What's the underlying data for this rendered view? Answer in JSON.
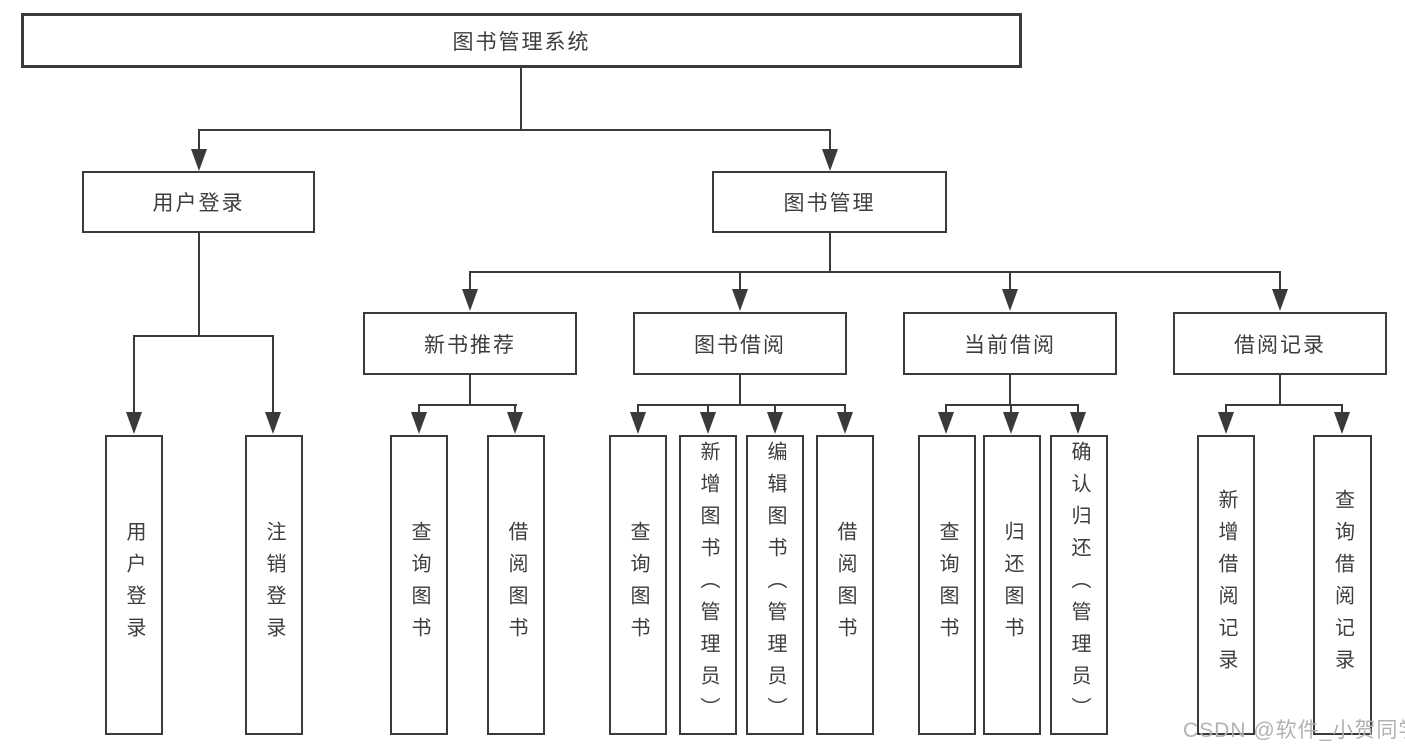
{
  "diagram": {
    "root": {
      "label": "图书管理系统"
    },
    "user_login": {
      "label": "用户登录",
      "children": [
        "用户登录",
        "注销登录"
      ]
    },
    "book_management": {
      "label": "图书管理"
    },
    "new_book_recommend": {
      "label": "新书推荐",
      "children": [
        "查询图书",
        "借阅图书"
      ]
    },
    "book_borrow": {
      "label": "图书借阅",
      "children": [
        "查询图书",
        "新增图书（管理员）",
        "编辑图书（管理员）",
        "借阅图书"
      ]
    },
    "current_borrow": {
      "label": "当前借阅",
      "children": [
        "查询图书",
        "归还图书",
        "确认归还（管理员）"
      ]
    },
    "borrow_records": {
      "label": "借阅记录",
      "children": [
        "新增借阅记录",
        "查询借阅记录"
      ]
    },
    "colors": {
      "line": "#3a3a3a",
      "text": "#3d3d3d",
      "background": "#ffffff",
      "watermark": "#b2b2b6"
    }
  },
  "watermark": {
    "text": "CSDN @软件_小贺同学"
  }
}
